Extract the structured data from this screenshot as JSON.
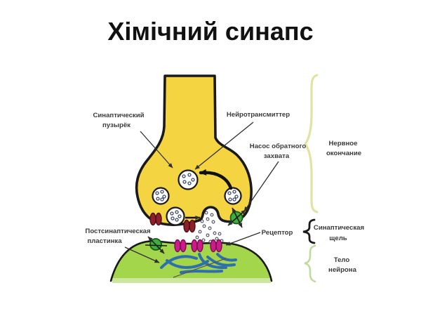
{
  "title": "Хімічний синапс",
  "diagram": {
    "labels": {
      "synaptic_vesicle": {
        "line1": "Синаптический",
        "line2": "пузырёк"
      },
      "neurotransmitter": "Нейротрансмиттер",
      "reuptake_pump": {
        "line1": "Насос обратного",
        "line2": "захвата"
      },
      "nerve_ending": {
        "line1": "Нервное",
        "line2": "окончание"
      },
      "postsynaptic_plate": {
        "line1": "Постсинаптическая",
        "line2": "пластинка"
      },
      "receptor": "Рецептор",
      "synaptic_cleft": {
        "line1": "Синаптическая",
        "line2": "щель"
      },
      "neuron_body": {
        "line1": "Тело",
        "line2": "нейрона"
      }
    },
    "colors": {
      "terminal_fill": "#F5D441",
      "cell_fill": "#A4D64C",
      "cell_edge_strip": "#CBE79B",
      "presynaptic_receptor": "#8E1F2B",
      "postsynaptic_receptor": "#CC1C87",
      "pump": "#3FAE3F",
      "fiber": "#2E6FAE",
      "outline": "#1A1A1A",
      "label_text": "#3B3B3B",
      "brace_nerve_ending": "#E2E2A2",
      "brace_synaptic_cleft": "#1A1A1A",
      "brace_neuron_body": "#BFDC9E"
    }
  }
}
